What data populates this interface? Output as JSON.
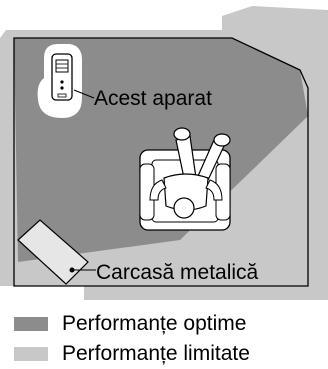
{
  "labels": {
    "device": "Acest aparat",
    "metal_case": "Carcasă metalică"
  },
  "legend": [
    {
      "label": "Performanțe optime",
      "color": "#8c8c8c"
    },
    {
      "label": "Performanțe limitate",
      "color": "#c8c8c8"
    }
  ],
  "colors": {
    "optimal_zone": "#8c8c8c",
    "limited_zone": "#c8c8c8",
    "outline": "#000000",
    "background": "#ffffff"
  }
}
